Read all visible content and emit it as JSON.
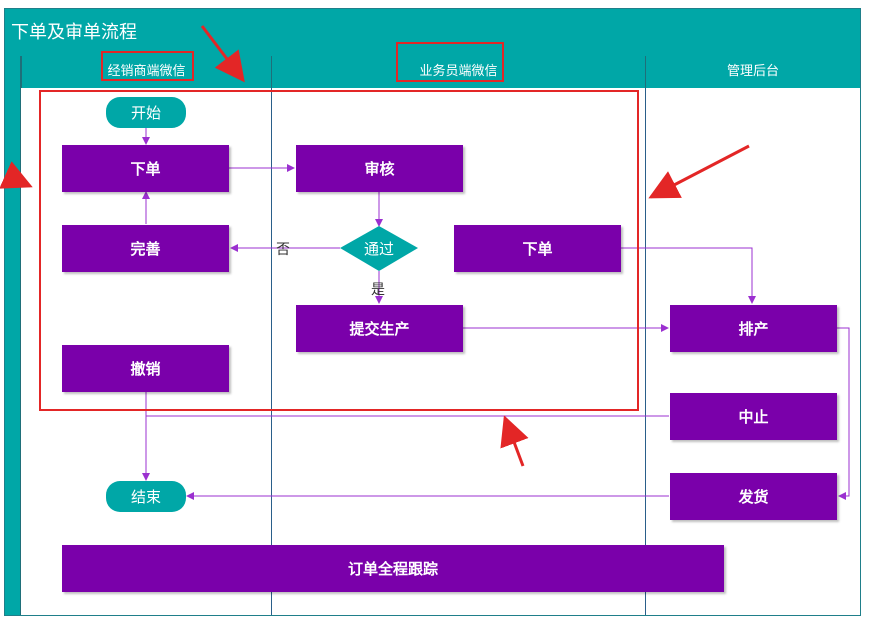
{
  "title": "下单及审单流程",
  "lanes": {
    "dealer": "经销商端微信",
    "sales": "业务员端微信",
    "admin": "管理后台"
  },
  "nodes": {
    "start": "开始",
    "place_order_dealer": "下单",
    "review": "审核",
    "improve": "完善",
    "pass": "通过",
    "place_order_sales": "下单",
    "submit_production": "提交生产",
    "cancel": "撤销",
    "schedule": "排产",
    "halt": "中止",
    "ship": "发货",
    "end": "结束",
    "tracking": "订单全程跟踪"
  },
  "edge_labels": {
    "no": "否",
    "yes": "是"
  },
  "colors": {
    "teal": "#00a7a7",
    "purple": "#7a00aa",
    "connector": "#9b30d0",
    "annotation_red": "#e32626"
  }
}
